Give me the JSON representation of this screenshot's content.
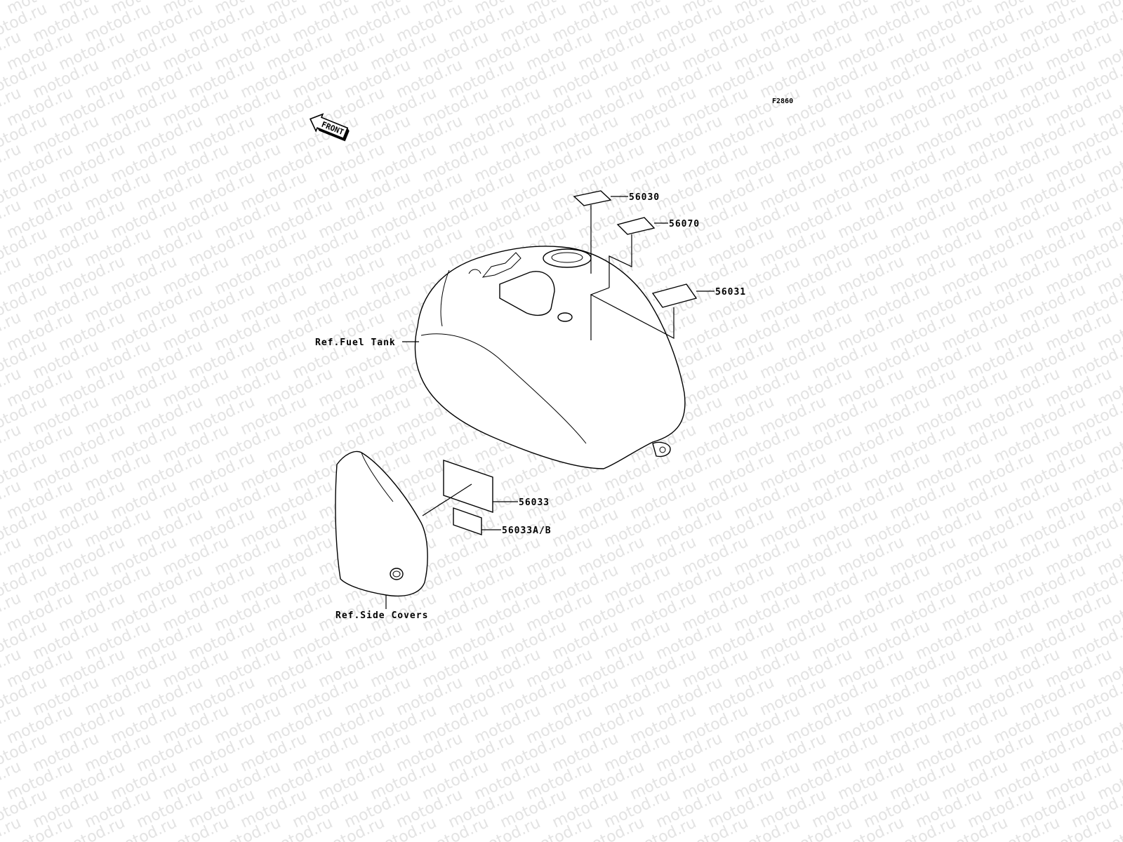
{
  "watermark": {
    "text": "motod.ru",
    "color": "#e3e3e3"
  },
  "diagram_code": "F2860",
  "direction_arrow": {
    "label": "FRONT",
    "icon": "front-arrow-icon"
  },
  "references": {
    "fuel_tank": "Ref.Fuel Tank",
    "side_covers": "Ref.Side Covers"
  },
  "callouts": {
    "p56030": "56030",
    "p56070": "56070",
    "p56031": "56031",
    "p56033": "56033",
    "p56033ab": "56033A/B"
  }
}
